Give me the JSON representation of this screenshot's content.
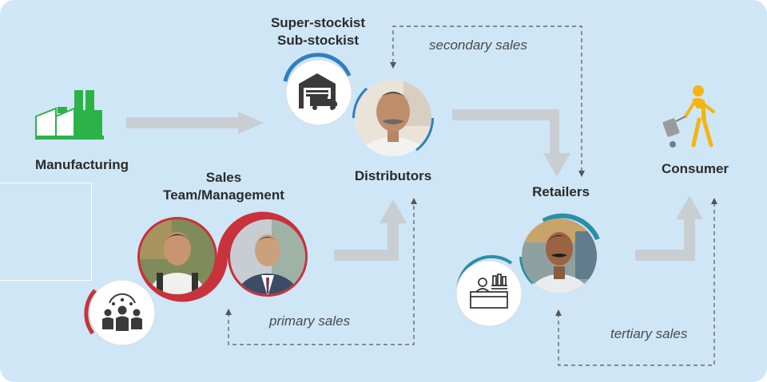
{
  "nodes": {
    "manufacturing": "Manufacturing",
    "stockist_line1": "Super-stockist",
    "stockist_line2": "Sub-stockist",
    "distributors": "Distributors",
    "sales_team_line1": "Sales",
    "sales_team_line2": "Team/Management",
    "retailers": "Retailers",
    "consumer": "Consumer"
  },
  "flows": {
    "secondary": "secondary sales",
    "primary": "primary sales",
    "tertiary": "tertiary sales"
  },
  "icons": {
    "manufacturing": "factory-icon",
    "stockist": "warehouse-truck-icon",
    "distributor": "distributor-photo",
    "sales_person_1": "sales-person-photo",
    "sales_person_2": "manager-photo",
    "team": "team-group-icon",
    "retailer": "retailer-photo",
    "shop": "shop-counter-icon",
    "consumer": "consumer-walking-icon"
  },
  "colors": {
    "background": "#cfe6f6",
    "arrow": "#c9ced3",
    "factory": "#2db24a",
    "consumer": "#f4b414",
    "blue_ring": "#2f7fc1",
    "red_ring": "#c8323c",
    "teal_ring": "#2a8fa8",
    "dashed": "#555555"
  }
}
